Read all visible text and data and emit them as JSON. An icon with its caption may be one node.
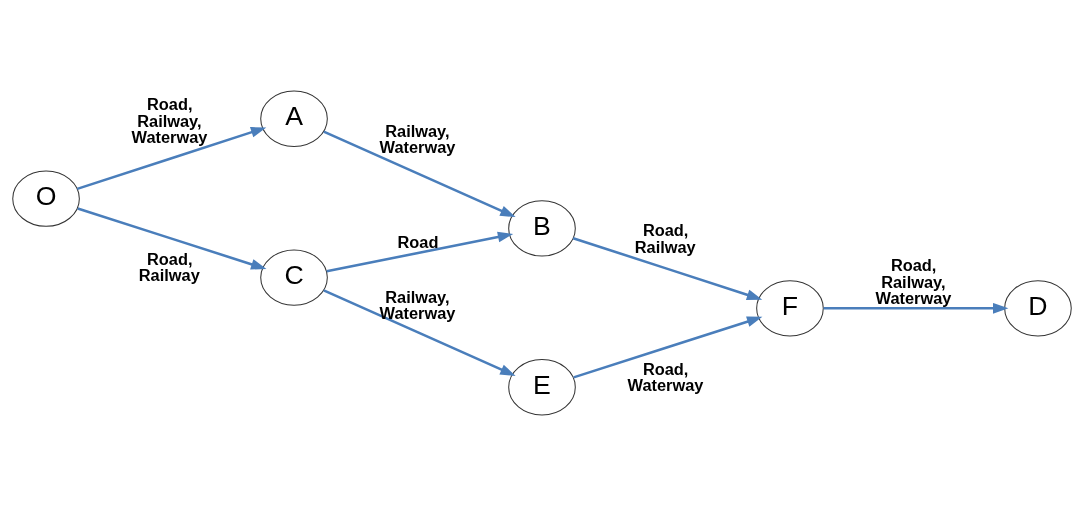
{
  "diagram": {
    "nodes": [
      {
        "text": [
          "A"
        ]
      },
      {
        "text": [
          "B"
        ]
      },
      {
        "text": [
          "O"
        ]
      },
      {
        "text": [
          "C"
        ]
      },
      {
        "text": [
          "E"
        ]
      },
      {
        "text": [
          "F"
        ]
      },
      {
        "text": [
          "D"
        ]
      }
    ],
    "edges": [
      {
        "from": 2,
        "to": 0,
        "arrow": "to",
        "label": "Road, Railway, Waterway"
      },
      {
        "from": 0,
        "to": 1,
        "arrow": "to",
        "label": "Railway, Waterway"
      },
      {
        "from": 3,
        "to": 1,
        "arrow": "to",
        "label": "Road"
      },
      {
        "from": 1,
        "to": 5,
        "arrow": "to",
        "label": "Road, Railway"
      },
      {
        "from": 2,
        "to": 3,
        "arrow": "to",
        "label": "Road, Railway"
      },
      {
        "from": 3,
        "to": 4,
        "arrow": "to",
        "label": "Railway, Waterway"
      },
      {
        "from": 4,
        "to": 5,
        "arrow": "to",
        "label": "Road, Waterway"
      },
      {
        "from": 5,
        "to": 6,
        "arrow": "to",
        "label": "Road, Railway, Waterway"
      }
    ]
  }
}
